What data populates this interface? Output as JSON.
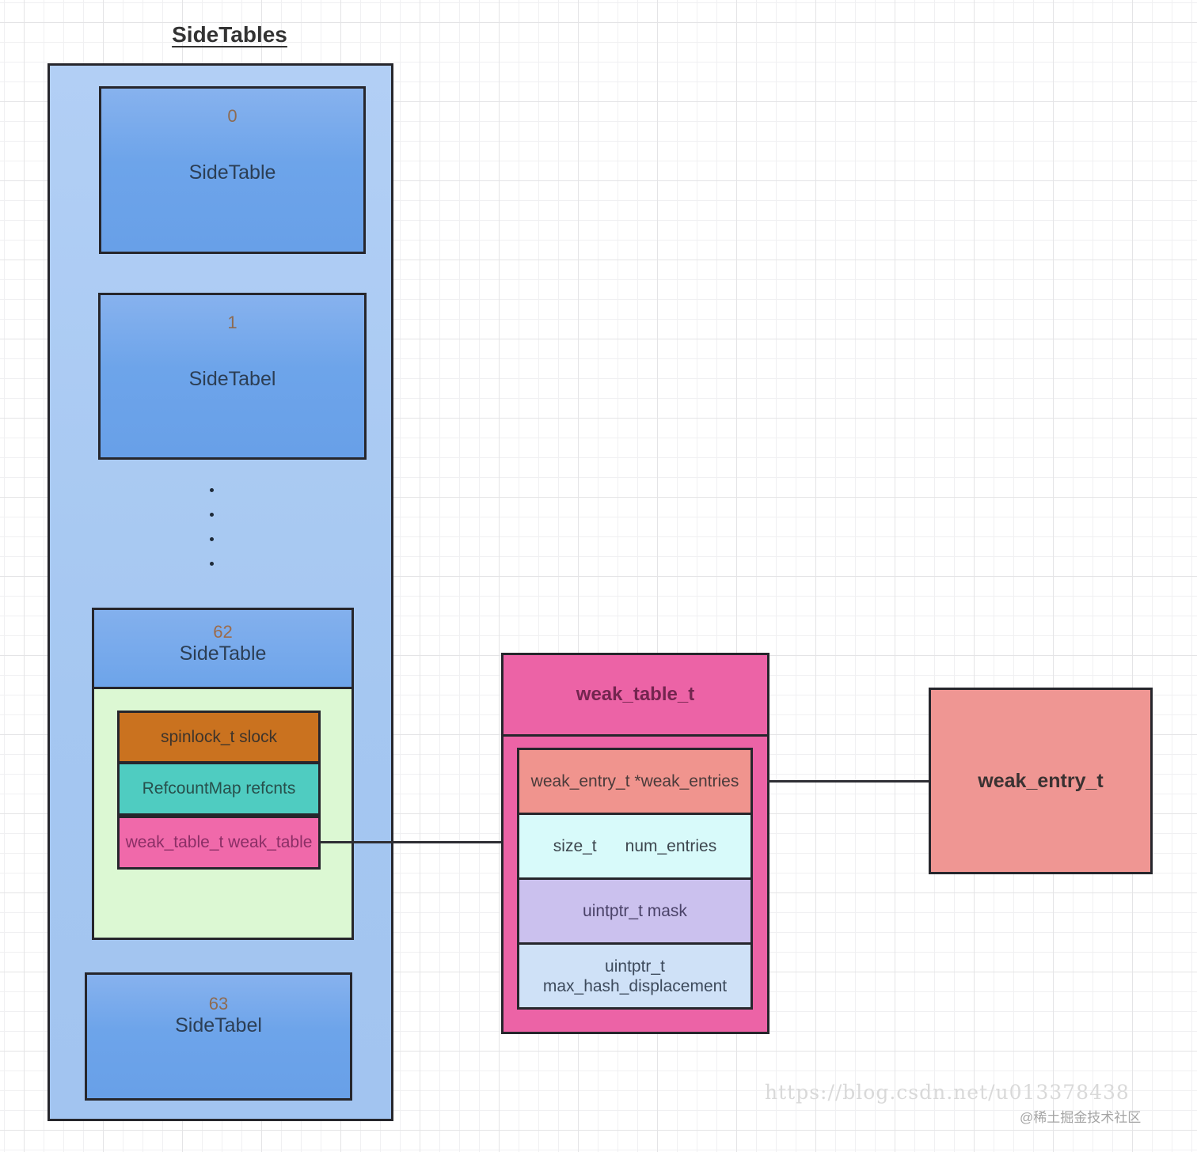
{
  "title": "SideTables",
  "sidetables": {
    "boxes": [
      {
        "index": "0",
        "label": "SideTable"
      },
      {
        "index": "1",
        "label": "SideTabel"
      },
      {
        "index": "62",
        "label": "SideTable"
      },
      {
        "index": "63",
        "label": "SideTabel"
      }
    ]
  },
  "sidetable_62": {
    "fields": [
      {
        "label": "spinlock_t slock"
      },
      {
        "label": "RefcountMap refcnts"
      },
      {
        "label": "weak_table_t weak_table"
      }
    ]
  },
  "weak_table_t": {
    "title": "weak_table_t",
    "fields": [
      {
        "label": "weak_entry_t *weak_entries"
      },
      {
        "type": "size_t",
        "name": "num_entries"
      },
      {
        "label": "uintptr_t mask"
      },
      {
        "line1": "uintptr_t",
        "line2": "max_hash_displacement"
      }
    ]
  },
  "weak_entry_t": {
    "title": "weak_entry_t"
  },
  "watermark": {
    "url": "https://blog.csdn.net/u013378438",
    "badge": "@稀土掘金技术社区"
  },
  "colors": {
    "container_blue": "#a5c7f1",
    "box_blue": "#6da4ea",
    "body_green": "#dcf8d3",
    "slock_orange": "#ca721f",
    "refcnts_teal": "#4fccc1",
    "weak_table_pink": "#f069aa",
    "weak_table_box_pink": "#ec63a6",
    "weak_entries_salmon": "#f0948e",
    "num_entries_cyan": "#d8fafa",
    "mask_lavender": "#cbc1ee",
    "mhd_lightblue": "#cfe1f7",
    "weak_entry_salmon": "#ef9693",
    "border_dark": "#26262c"
  }
}
